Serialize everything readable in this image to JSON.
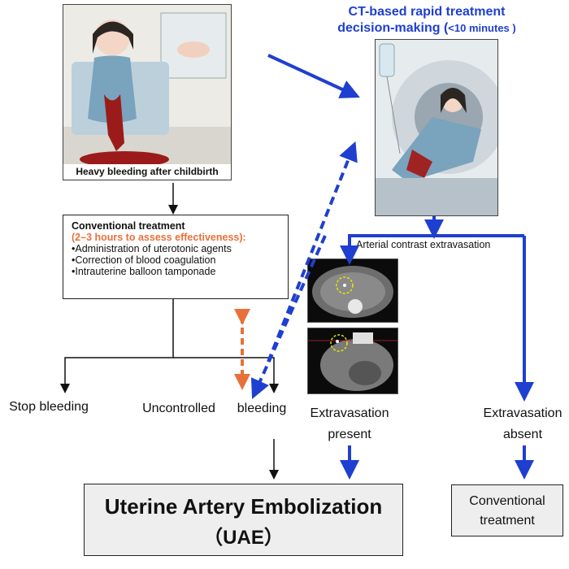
{
  "images": {
    "bleeding_caption": "Heavy bleeding after childbirth"
  },
  "ct_title": {
    "line1": "CT-based rapid treatment",
    "line2": "decision-making (",
    "line2_small": "<10 minutes )"
  },
  "conventional_box": {
    "title": "Conventional treatment",
    "subtitle": "(2–3 hours to assess effectiveness):",
    "items": [
      "•Administration of uterotonic agents",
      "•Correction of blood coagulation",
      "•Intrauterine balloon tamponade"
    ]
  },
  "arterial_label": "Arterial contrast extravasation",
  "outcomes": {
    "stop": "Stop bleeding",
    "uncontrolled": "Uncontrolled",
    "bleeding": "bleeding",
    "present": [
      "Extravasation",
      "present"
    ],
    "absent": [
      "Extravasation",
      "absent"
    ]
  },
  "uae": {
    "title": "Uterine Artery Embolization",
    "abbr": "（UAE）"
  },
  "conventional_treatment": [
    "Conventional",
    "treatment"
  ],
  "colors": {
    "blue": "#1f3fd0",
    "orange": "#e8703a",
    "black": "#111111"
  }
}
